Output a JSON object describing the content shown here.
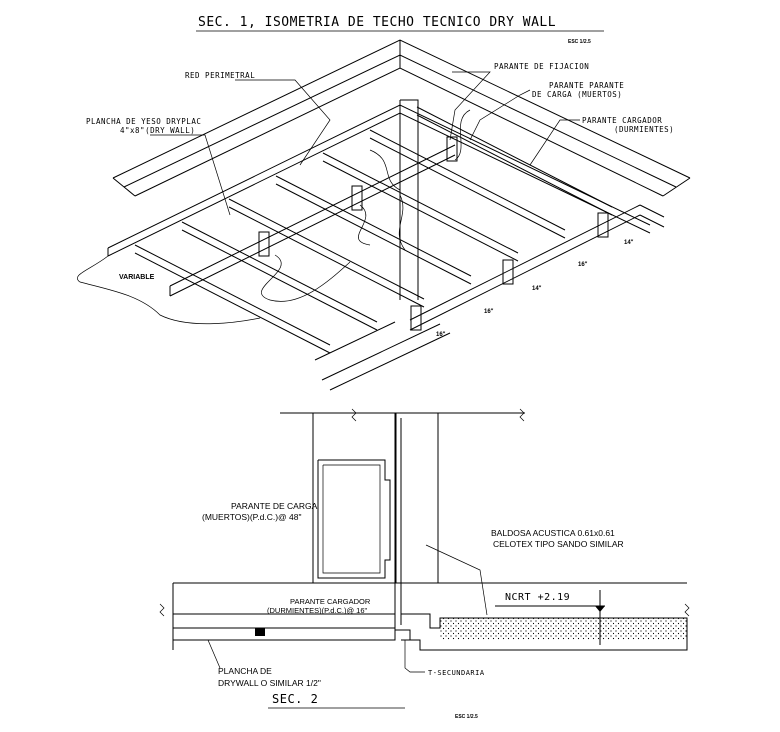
{
  "section1": {
    "title": "SEC. 1, ISOMETRIA DE TECHO TECNICO DRY WALL",
    "scale": "ESC 1/2.5",
    "labels": {
      "red_perimetral": "RED PERIMETRAL",
      "parante_fijacion": "PARANTE DE FIJACION",
      "parante_carga_l1": "PARANTE PARANTE",
      "parante_carga_l2": "DE CARGA (MUERTOS)",
      "parante_cargador_l1": "PARANTE CARGADOR",
      "parante_cargador_l2": "(DURMIENTES)",
      "plancha_l1": "PLANCHA DE YESO DRYPLAC",
      "plancha_l2": "4\"x8\"(DRY WALL)",
      "variable": "VARIABLE"
    },
    "dimensions": [
      "14\"",
      "16\"",
      "14\"",
      "16\"",
      "16\""
    ]
  },
  "section2": {
    "title": "SEC. 2",
    "scale": "ESC 1/2.5",
    "labels": {
      "parante_carga_l1": "PARANTE DE CARGA",
      "parante_carga_l2": "(MUERTOS)(P.d.C.)@ 48\"",
      "baldosa_l1": "BALDOSA ACUSTICA 0.61x0.61",
      "baldosa_l2": "CELOTEX TIPO SANDO SIMILAR",
      "ncrt": "NCRT +2.19",
      "cargador_l1": "PARANTE CARGADOR",
      "cargador_l2": "(DURMIENTES)(P.d.C.)@ 16\"",
      "plancha_l1": "PLANCHA DE",
      "plancha_l2": "DRYWALL O SIMILAR 1/2\"",
      "t_secundaria": "T-SECUNDARIA"
    }
  }
}
